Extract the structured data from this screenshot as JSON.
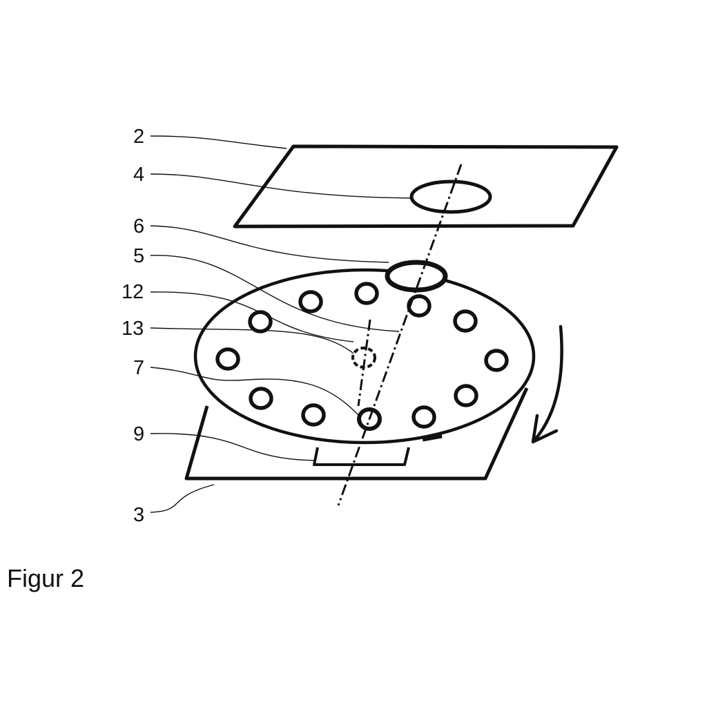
{
  "figure_title": "Figur 2",
  "labels": {
    "l2": "2",
    "l4": "4",
    "l6": "6",
    "l5": "5",
    "l12": "12",
    "l13": "13",
    "l7": "7",
    "l9": "9",
    "l3": "3"
  },
  "colors": {
    "ink": "#111111",
    "background": "#ffffff"
  }
}
